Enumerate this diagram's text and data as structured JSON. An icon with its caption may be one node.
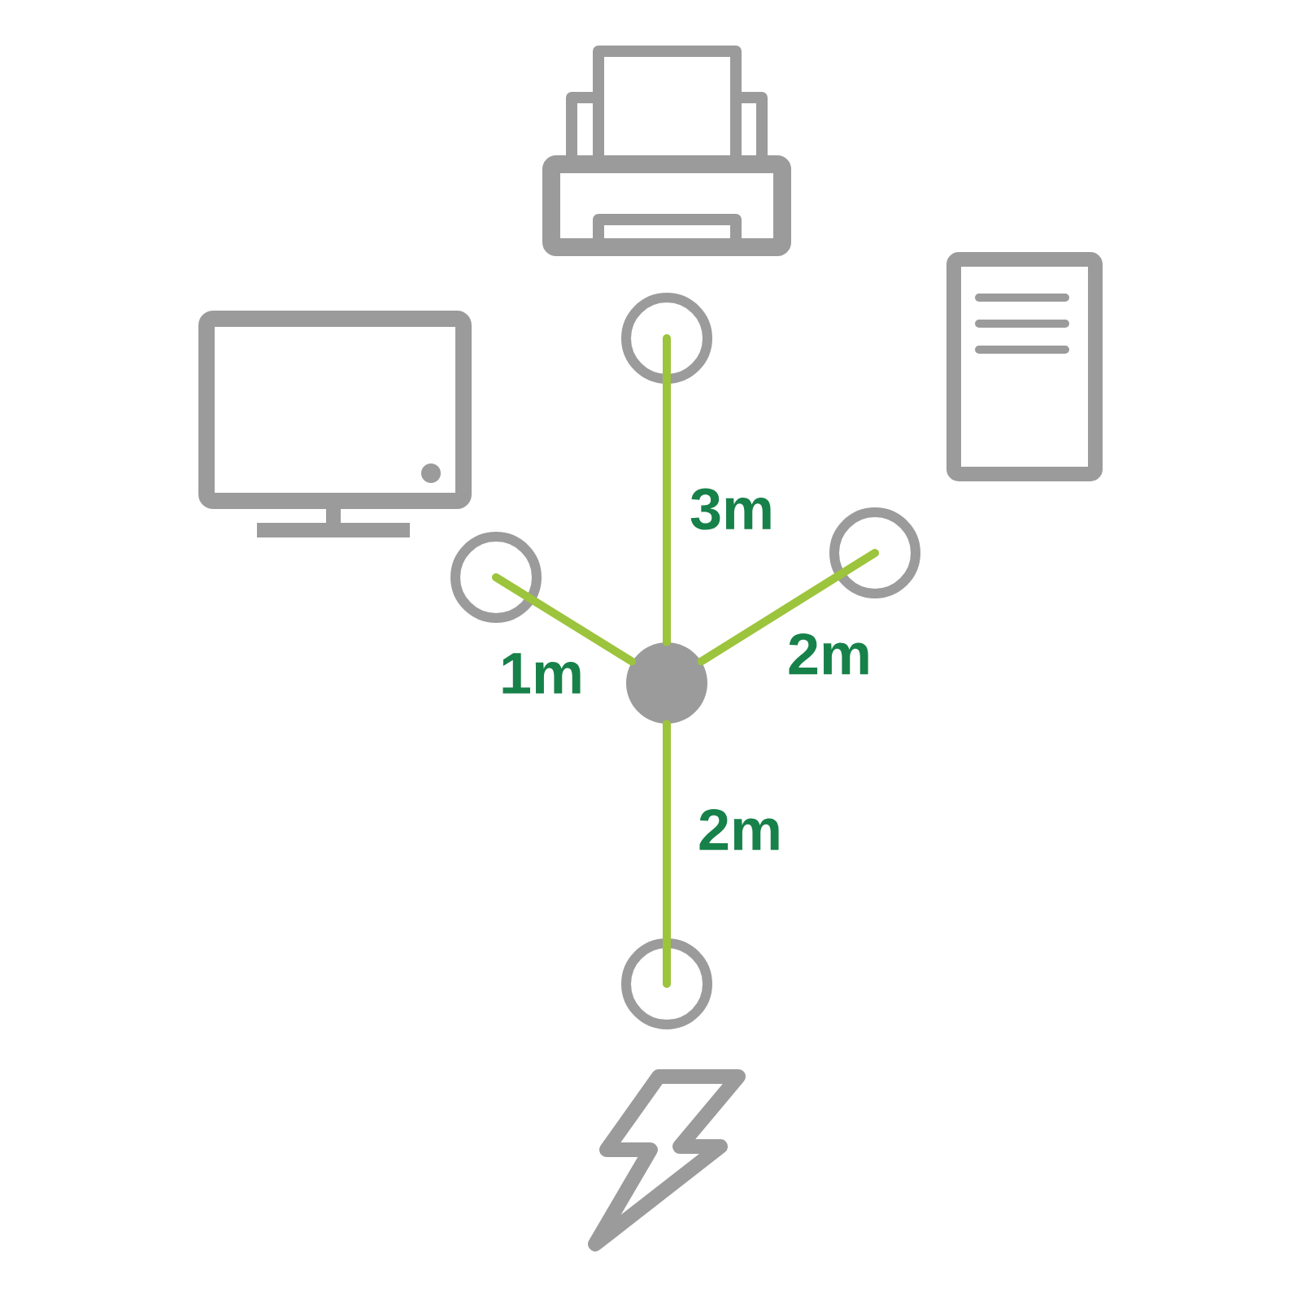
{
  "diagram": {
    "nodes": [
      {
        "text": [],
        "shape": "circle"
      },
      {
        "text": [],
        "shape": "circle"
      },
      {
        "text": [],
        "shape": "circle"
      },
      {
        "text": [],
        "shape": "circle"
      },
      {
        "text": [],
        "shape": "circle"
      }
    ],
    "edges": [
      {
        "from": 0,
        "to": 1,
        "arrow": "none",
        "label": "3m"
      },
      {
        "from": 0,
        "to": 2,
        "arrow": "none",
        "label": "1m"
      },
      {
        "from": 0,
        "to": 3,
        "arrow": "none",
        "label": "2m"
      },
      {
        "from": 0,
        "to": 4,
        "arrow": "none",
        "label": "2m"
      }
    ]
  }
}
